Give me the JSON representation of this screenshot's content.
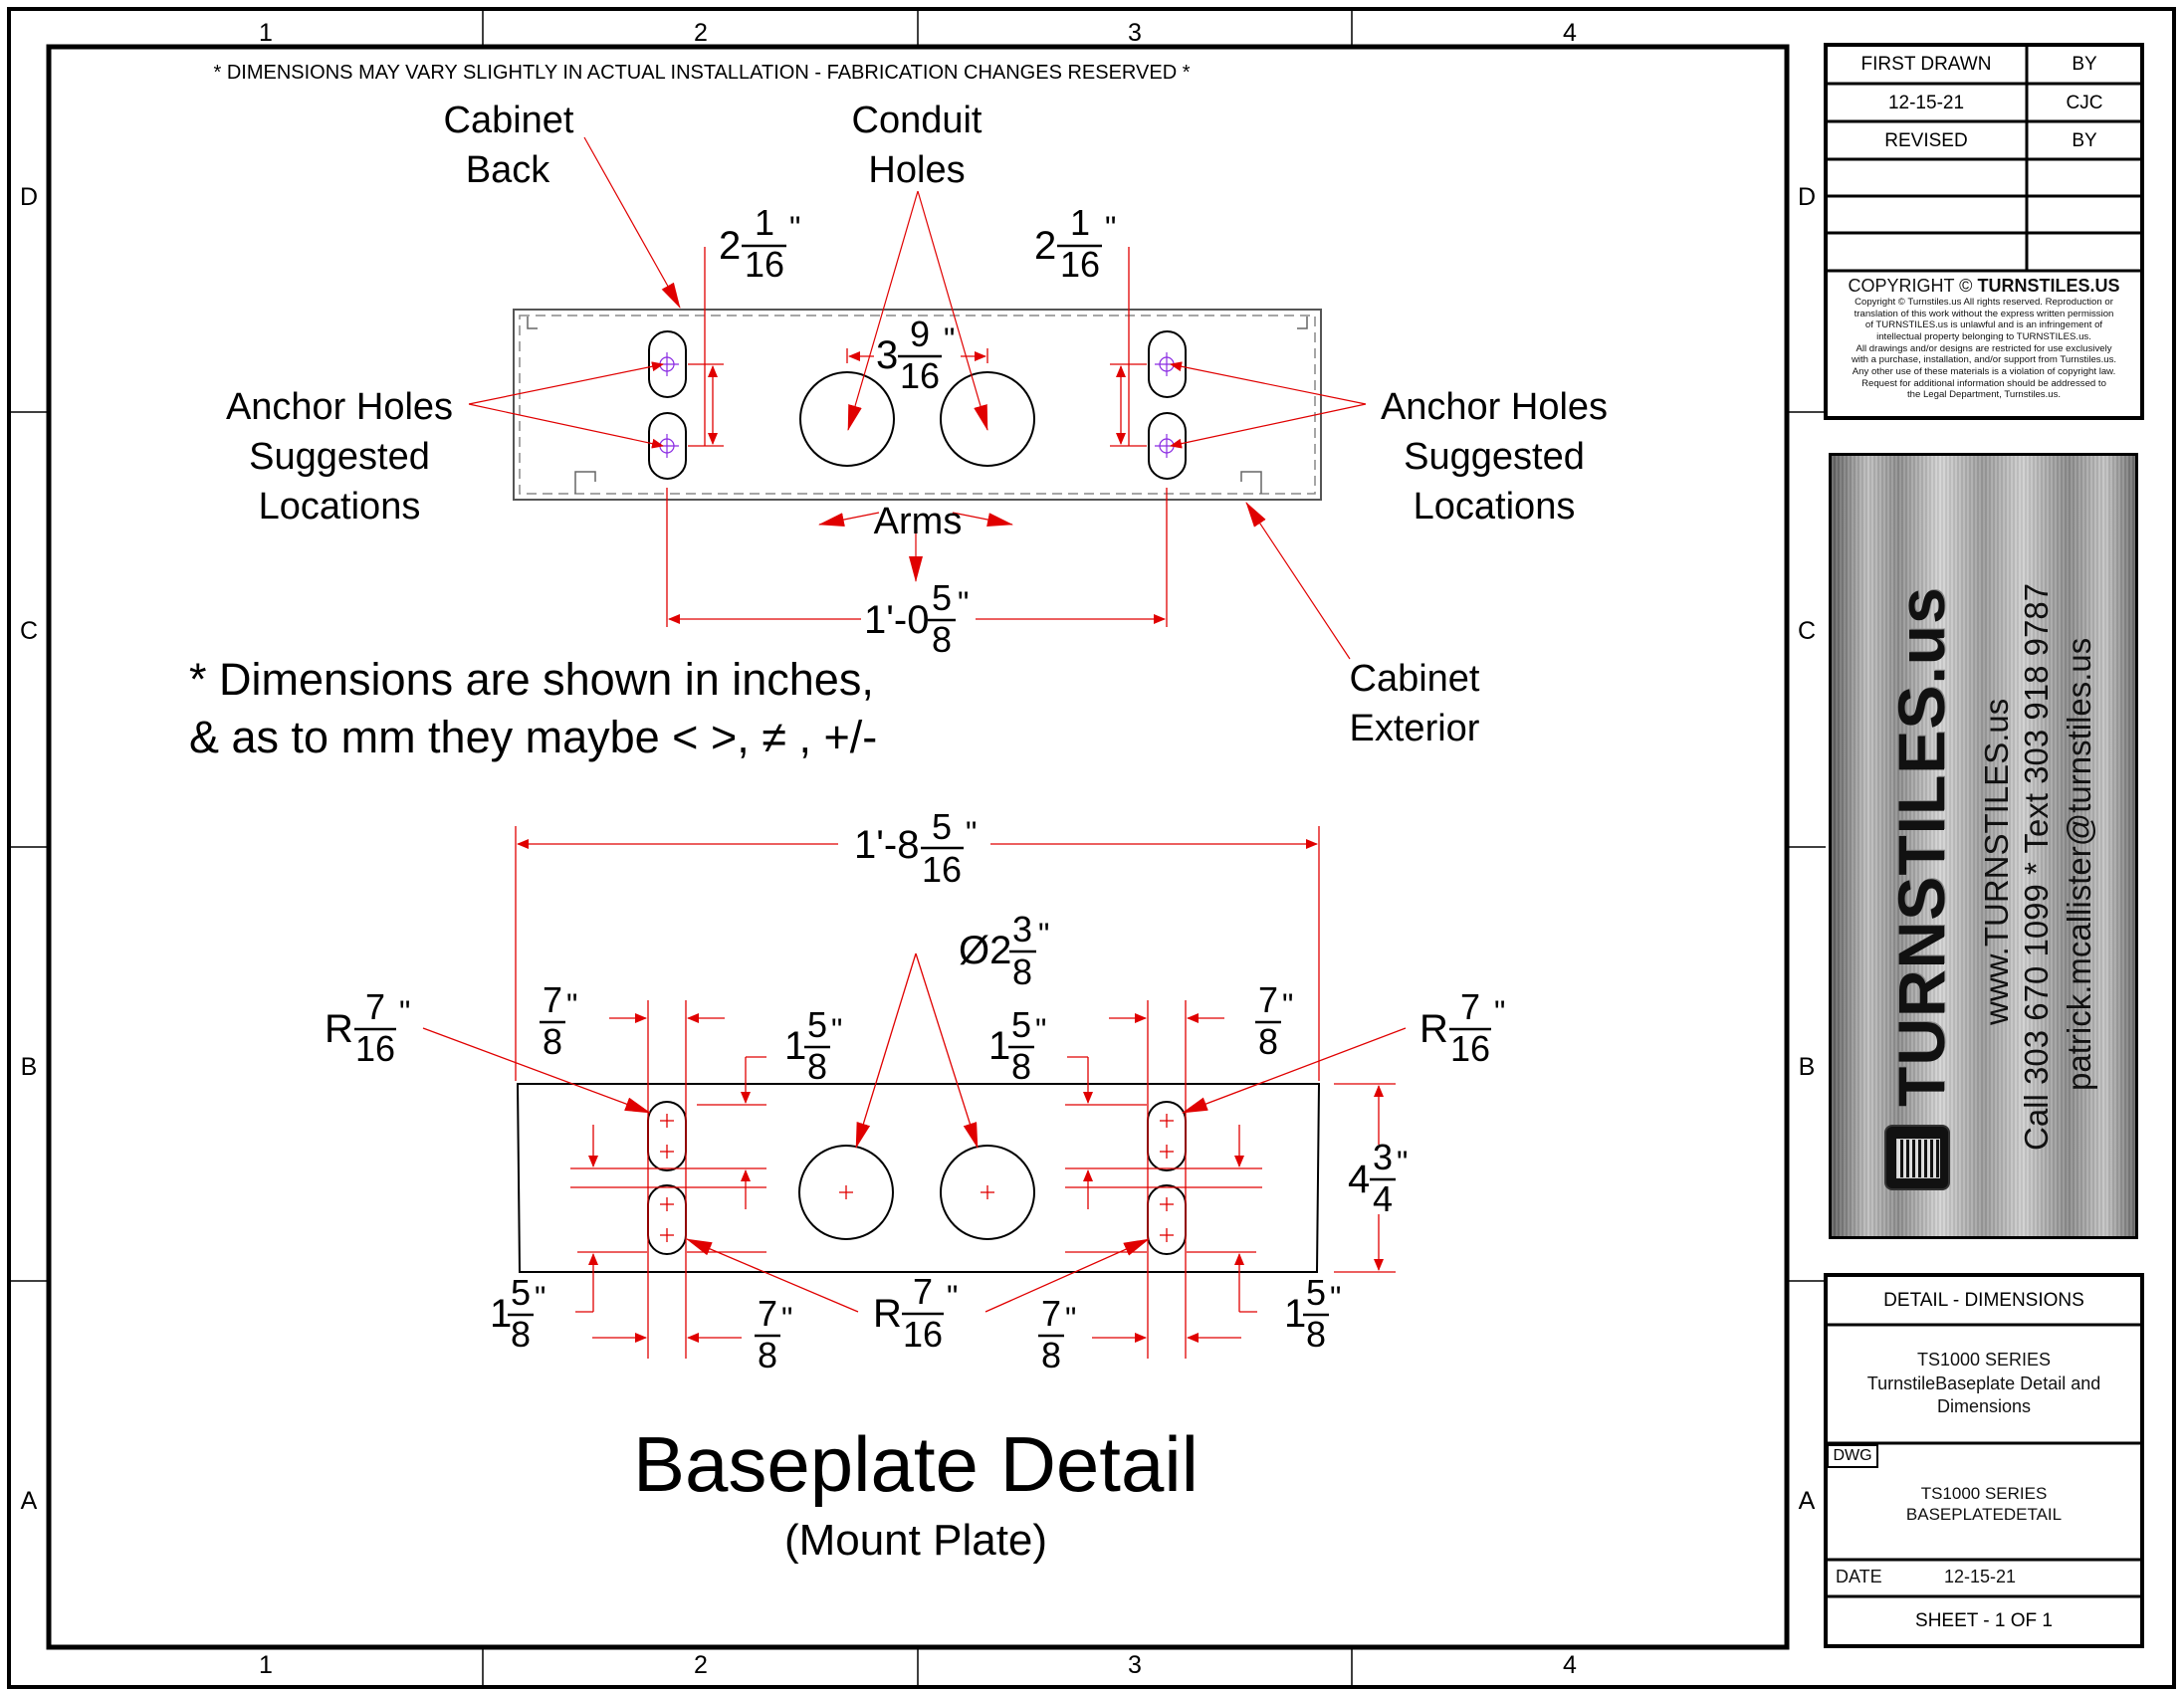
{
  "sheet": {
    "column_labels": [
      "1",
      "2",
      "3",
      "4"
    ],
    "row_labels": [
      "D",
      "C",
      "B",
      "A"
    ]
  },
  "notice": "* DIMENSIONS MAY VARY SLIGHTLY IN ACTUAL INSTALLATION - FABRICATION CHANGES RESERVED *",
  "callouts": {
    "cabinet_back": [
      "Cabinet",
      "Back"
    ],
    "conduit_holes": [
      "Conduit",
      "Holes"
    ],
    "anchor_left": [
      "Anchor Holes",
      "Suggested",
      "Locations"
    ],
    "anchor_right": [
      "Anchor Holes",
      "Suggested",
      "Locations"
    ],
    "arms": "Arms",
    "cabinet_exterior": [
      "Cabinet",
      "Exterior"
    ]
  },
  "units_note": [
    "* Dimensions are shown in inches,",
    "& as to mm they maybe < >, ≠ , +/-"
  ],
  "dimensions": {
    "anchor_offset_left": {
      "whole": "2",
      "num": "1",
      "den": "16"
    },
    "anchor_offset_right": {
      "whole": "2",
      "num": "1",
      "den": "16"
    },
    "conduit_spacing": {
      "whole": "3",
      "num": "9",
      "den": "16"
    },
    "anchor_span": {
      "whole": "1'-0",
      "num": "5",
      "den": "8"
    },
    "overall_length": {
      "whole": "1'-8",
      "num": "5",
      "den": "16"
    },
    "conduit_diameter": {
      "whole": "Ø2",
      "num": "3",
      "den": "8"
    },
    "slot_radius_left": {
      "whole": "R",
      "num": "7",
      "den": "16"
    },
    "slot_radius_right": {
      "whole": "R",
      "num": "7",
      "den": "16"
    },
    "slot_radius_bottom": {
      "whole": "R",
      "num": "7",
      "den": "16"
    },
    "slot_width_tl": {
      "whole": "",
      "num": "7",
      "den": "8"
    },
    "slot_width_tr": {
      "whole": "",
      "num": "7",
      "den": "8"
    },
    "slot_width_bl": {
      "whole": "",
      "num": "7",
      "den": "8"
    },
    "slot_width_br": {
      "whole": "",
      "num": "7",
      "den": "8"
    },
    "slot_gap_tl": {
      "whole": "1",
      "num": "5",
      "den": "8"
    },
    "slot_gap_tr": {
      "whole": "1",
      "num": "5",
      "den": "8"
    },
    "slot_gap_bl": {
      "whole": "1",
      "num": "5",
      "den": "8"
    },
    "slot_gap_br": {
      "whole": "1",
      "num": "5",
      "den": "8"
    },
    "plate_height": {
      "whole": "4",
      "num": "3",
      "den": "4"
    }
  },
  "title": {
    "main": "Baseplate Detail",
    "sub": "(Mount Plate)"
  },
  "title_block": {
    "first_drawn_label": "FIRST DRAWN",
    "by_label": "BY",
    "first_drawn_date": "12-15-21",
    "first_drawn_by": "CJC",
    "revised_label": "REVISED",
    "revised_by_label": "BY",
    "copyright_heading": "COPYRIGHT ©",
    "copyright_brand": "TURNSTILES.US",
    "copyright_lines": [
      "Copyright © Turnstiles.us All rights reserved. Reproduction or",
      "translation of this work without the express written permission",
      "of TURNSTILES.us is unlawful and is an infringement of",
      "intellectual property belonging to TURNSTILES.us.",
      "All drawings and/or designs are restricted for use exclusively",
      "with a purchase, installation, and/or support from Turnstiles.us.",
      "Any other use of these materials is a violation of copyright law.",
      "Request for additional information should be addressed to",
      "the Legal Department, Turnstiles.us."
    ],
    "brand_logo": "TURNSTILES.us",
    "brand_web": "www.TURNSTILES.us",
    "brand_phone": "Call 303 670 1099 * Text 303 918 9787",
    "brand_email": "patrick.mcallister@turnstiles.us",
    "detail_label": "DETAIL - DIMENSIONS",
    "description_lines": [
      "TS1000 SERIES",
      "TurnstileBaseplate Detail and",
      "Dimensions"
    ],
    "dwg_label": "DWG",
    "dwg_lines": [
      "TS1000 SERIES",
      "BASEPLATEDETAIL"
    ],
    "date_label": "DATE",
    "date_value": "12-15-21",
    "sheet_label": "SHEET - 1  OF  1"
  },
  "colors": {
    "dimension": "#e00000",
    "outline": "#000000",
    "hole_marker": "#8a2be2"
  }
}
